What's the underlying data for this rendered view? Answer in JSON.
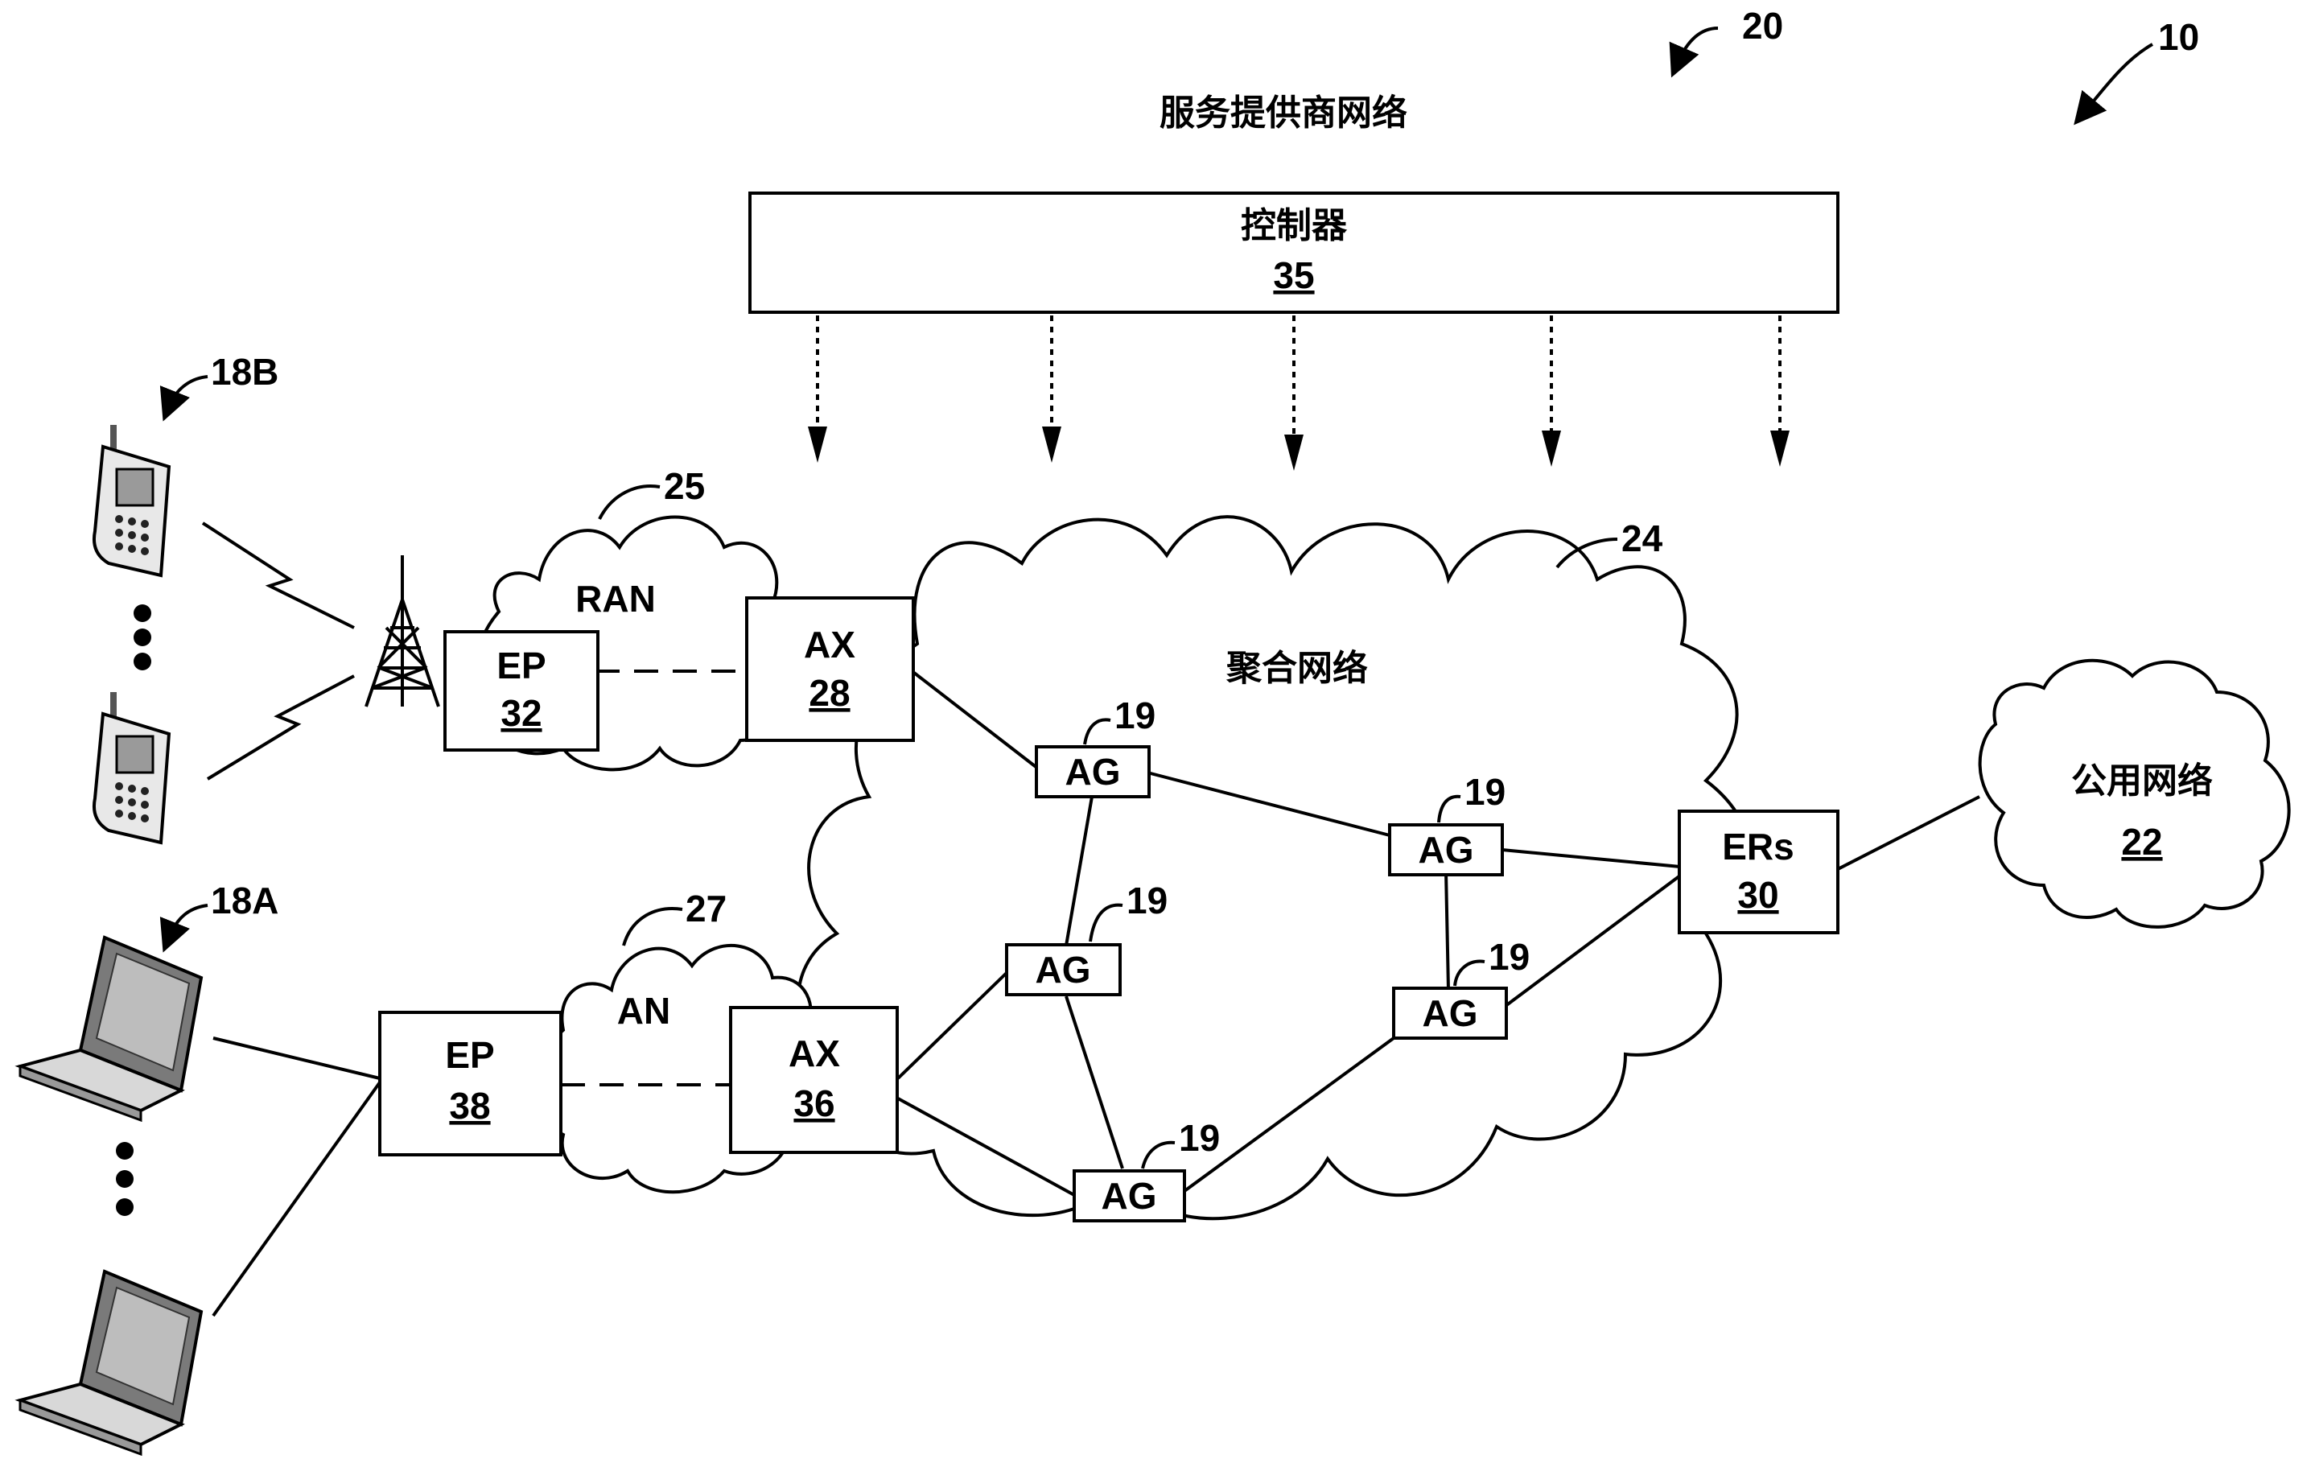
{
  "title": "服务提供商网络",
  "refs": {
    "system": "10",
    "provider_network": "20",
    "mobile_devices": "18B",
    "laptops": "18A",
    "ran_cloud": "25",
    "an_cloud": "27",
    "aggregation_cloud": "24",
    "ag": "19"
  },
  "controller": {
    "label": "控制器",
    "num": "35"
  },
  "ran": {
    "label": "RAN"
  },
  "an": {
    "label": "AN"
  },
  "aggregation": {
    "label": "聚合网络"
  },
  "public": {
    "label": "公用网络",
    "num": "22"
  },
  "ep32": {
    "label": "EP",
    "num": "32"
  },
  "ep38": {
    "label": "EP",
    "num": "38"
  },
  "ax28": {
    "label": "AX",
    "num": "28"
  },
  "ax36": {
    "label": "AX",
    "num": "36"
  },
  "ers": {
    "label": "ERs",
    "num": "30"
  },
  "ag_nodes": [
    "AG",
    "AG",
    "AG",
    "AG",
    "AG"
  ]
}
